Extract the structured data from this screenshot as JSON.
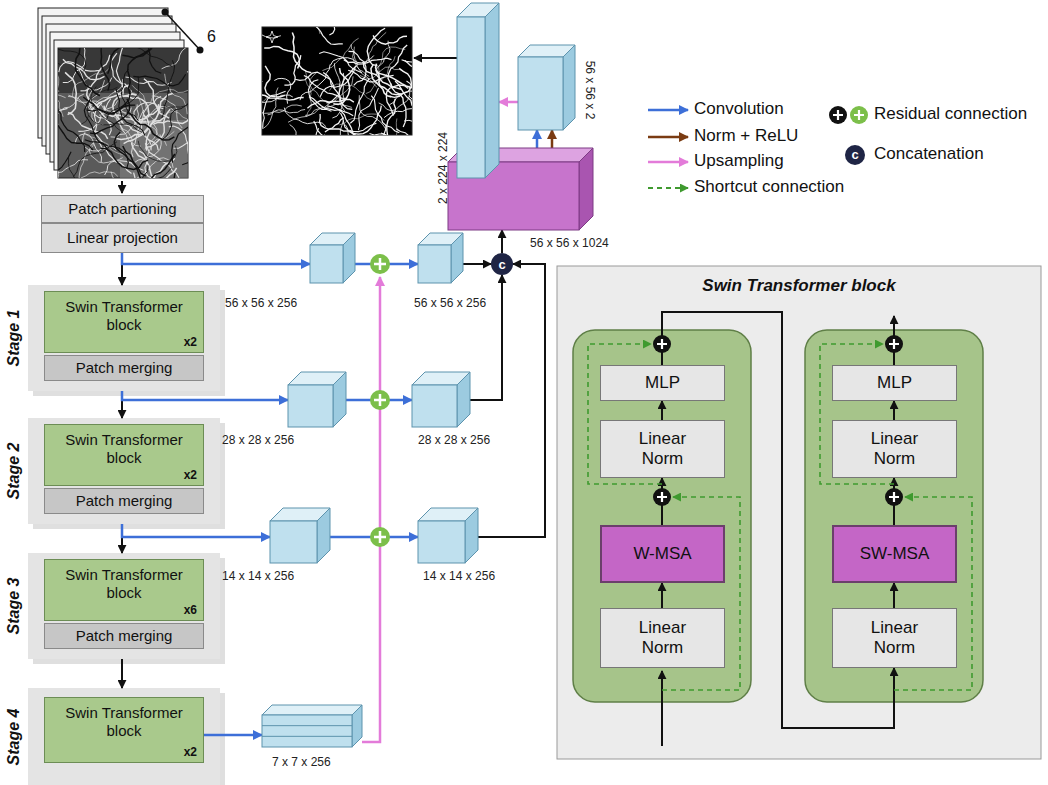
{
  "diagram": {
    "nodes": [
      {
        "text": [
          "Patch partioning"
        ]
      },
      {
        "text": [
          "Linear projection"
        ]
      },
      {
        "text": [
          "Stage 1"
        ]
      },
      {
        "text": [
          "Swin Transformer block",
          "x2"
        ],
        "in": 2
      },
      {
        "text": [
          "Patch merging"
        ],
        "in": 2
      },
      {
        "text": [
          "Stage 2"
        ]
      },
      {
        "text": [
          "Swin Transformer block",
          "x2"
        ],
        "in": 5
      },
      {
        "text": [
          "Patch merging"
        ],
        "in": 5
      },
      {
        "text": [
          "Stage 3"
        ]
      },
      {
        "text": [
          "Swin Transformer block",
          "x6"
        ],
        "in": 8
      },
      {
        "text": [
          "Patch merging"
        ],
        "in": 8
      },
      {
        "text": [
          "Stage 4"
        ]
      },
      {
        "text": [
          "Swin Transformer block",
          "x2"
        ],
        "in": 11
      },
      {
        "text": [
          "56 x 56 x 256"
        ]
      },
      {
        "text": [
          "28 x 28 x 256"
        ]
      },
      {
        "text": [
          "14 x 14 x 256"
        ]
      },
      {
        "text": [
          "7 x 7 x 256"
        ]
      },
      {
        "text": [
          "56 x 56 x 256"
        ]
      },
      {
        "text": [
          "28 x 28 x 256"
        ]
      },
      {
        "text": [
          "14 x 14 x 256"
        ]
      },
      {
        "text": [
          "c"
        ]
      },
      {
        "text": [
          "56 x 56 x 1024"
        ]
      },
      {
        "text": [
          "56 x 56 x 2"
        ]
      },
      {
        "text": [
          "2 x 224 x 224"
        ]
      },
      {
        "text": [
          "Swin Transformer block"
        ]
      },
      {
        "text": [
          "Linear Norm"
        ],
        "in": 24
      },
      {
        "text": [
          "W-MSA"
        ],
        "in": 24
      },
      {
        "text": [
          "Linear Norm"
        ],
        "in": 24
      },
      {
        "text": [
          "MLP"
        ],
        "in": 24
      },
      {
        "text": [
          "Linear Norm"
        ],
        "in": 24
      },
      {
        "text": [
          "SW-MSA"
        ],
        "in": 24
      },
      {
        "text": [
          "Linear Norm"
        ],
        "in": 24
      },
      {
        "text": [
          "MLP"
        ],
        "in": 24
      }
    ],
    "edges": [
      {
        "from": 1,
        "to": 2,
        "arrow": "to"
      },
      {
        "from": 1,
        "to": 13,
        "arrow": "to"
      },
      {
        "from": 2,
        "to": 5,
        "arrow": "to"
      },
      {
        "from": 2,
        "to": 14,
        "arrow": "to"
      },
      {
        "from": 5,
        "to": 8,
        "arrow": "to"
      },
      {
        "from": 5,
        "to": 15,
        "arrow": "to"
      },
      {
        "from": 8,
        "to": 11,
        "arrow": "to"
      },
      {
        "from": 12,
        "to": 16,
        "arrow": "to"
      },
      {
        "from": 13,
        "to": 17,
        "arrow": "to"
      },
      {
        "from": 14,
        "to": 18,
        "arrow": "to"
      },
      {
        "from": 15,
        "to": 19,
        "arrow": "to"
      },
      {
        "from": 17,
        "to": 20,
        "arrow": "to"
      },
      {
        "from": 18,
        "to": 20,
        "arrow": "to"
      },
      {
        "from": 19,
        "to": 20,
        "arrow": "to"
      },
      {
        "from": 20,
        "to": 21,
        "arrow": "to"
      },
      {
        "from": 21,
        "to": 22,
        "arrow": "to"
      },
      {
        "from": 21,
        "to": 22,
        "arrow": "to"
      },
      {
        "from": 22,
        "to": 23,
        "arrow": "to"
      },
      {
        "from": 25,
        "to": 26,
        "arrow": "to"
      },
      {
        "from": 26,
        "to": 27,
        "arrow": "to"
      },
      {
        "from": 27,
        "to": 28,
        "arrow": "to"
      },
      {
        "from": 28,
        "to": 29,
        "arrow": "to"
      },
      {
        "from": 29,
        "to": 30,
        "arrow": "to"
      },
      {
        "from": 30,
        "to": 31,
        "arrow": "to"
      },
      {
        "from": 31,
        "to": 32,
        "arrow": "to"
      }
    ],
    "labels": [
      "6",
      "c"
    ],
    "legend": [
      {
        "text": "Convolution"
      },
      {
        "text": "Norm + ReLU"
      },
      {
        "text": "Upsampling"
      },
      {
        "text": "Shortcut connection"
      },
      {
        "text": "Residual connection"
      },
      {
        "text": "Concatenation"
      }
    ]
  }
}
